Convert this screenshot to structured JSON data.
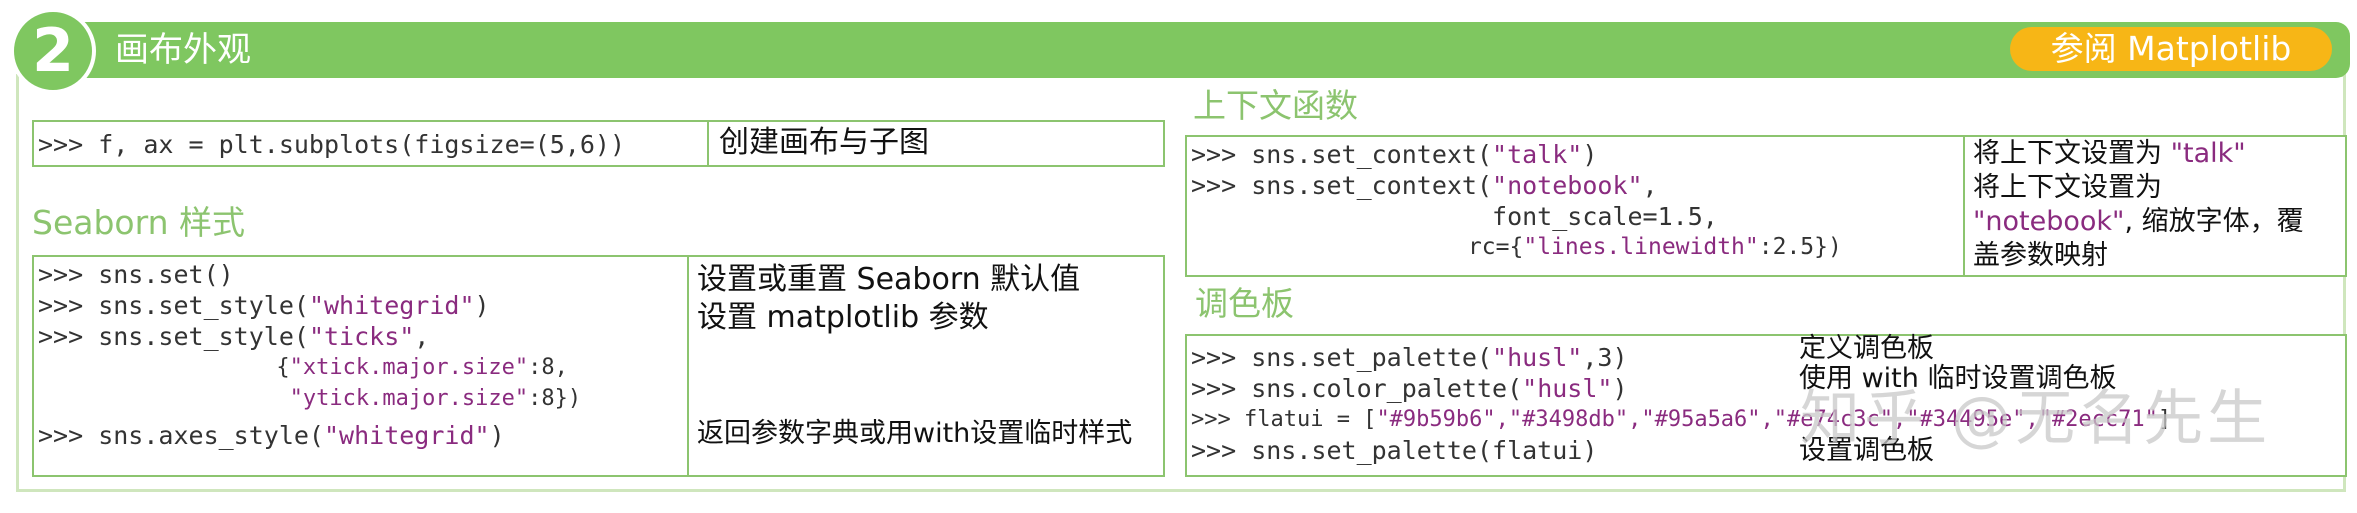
{
  "header": {
    "number": "2",
    "title": "画布外观",
    "reference": "参阅 Matplotlib"
  },
  "subplots": {
    "code": ">>> f, ax = plt.subplots(figsize=(5,6))",
    "desc": "创建画布与子图"
  },
  "seaborn": {
    "title": "Seaborn 样式",
    "code": {
      "l1": ">>> sns.set()",
      "l2_pre": ">>> sns.set_style(",
      "l2_str": "\"whitegrid\"",
      "l2_post": ")",
      "l3_pre": ">>> sns.set_style(",
      "l3_str": "\"ticks\"",
      "l3_post": ",",
      "l4_pre": "                  {",
      "l4_str": "\"xtick.major.size\"",
      "l4_post": ":8,",
      "l5_pre": "                   ",
      "l5_str": "\"ytick.major.size\"",
      "l5_post": ":8})",
      "l6_pre": ">>> sns.axes_style(",
      "l6_str": "\"whitegrid\"",
      "l6_post": ")"
    },
    "desc1": "设置或重置 Seaborn 默认值",
    "desc2": "设置 matplotlib 参数",
    "desc3": "返回参数字典或用with设置临时样式"
  },
  "context": {
    "title": "上下文函数",
    "code": {
      "l1_pre": ">>> sns.set_context(",
      "l1_str": "\"talk\"",
      "l1_post": ")",
      "l2_pre": ">>> sns.set_context(",
      "l2_str": "\"notebook\"",
      "l2_post": ",",
      "l3": "                    font_scale=1.5,",
      "l4_pre": "                    rc={",
      "l4_str": "\"lines.linewidth\"",
      "l4_post": ":2.5})"
    },
    "desc1_pre": "将上下文设置为 ",
    "desc1_str": "\"talk\"",
    "desc2": "将上下文设置为",
    "desc3_str": "\"notebook\"",
    "desc3_post": ", 缩放字体，覆",
    "desc4": "盖参数映射"
  },
  "palette": {
    "title": "调色板",
    "code": {
      "l1_pre": ">>> sns.set_palette(",
      "l1_str": "\"husl\"",
      "l1_post": ",3)",
      "l2_pre": ">>> sns.color_palette(",
      "l2_str": "\"husl\"",
      "l2_post": ")",
      "l3_pre": ">>> flatui = [",
      "l3_str": "\"#9b59b6\",\"#3498db\",\"#95a5a6\",\"#e74c3c\",\"#34495e\",\"#2ecc71\"",
      "l3_post": "]",
      "l4": ">>> sns.set_palette(flatui)"
    },
    "desc1": "定义调色板",
    "desc2": "使用 with 临时设置调色板",
    "desc3": "设置调色板"
  },
  "watermark": "知乎 @无名先生",
  "colors": {
    "accent": "#7fc760",
    "border": "#8cc46f",
    "pill": "#f7b616",
    "string": "#8a2b7f"
  }
}
